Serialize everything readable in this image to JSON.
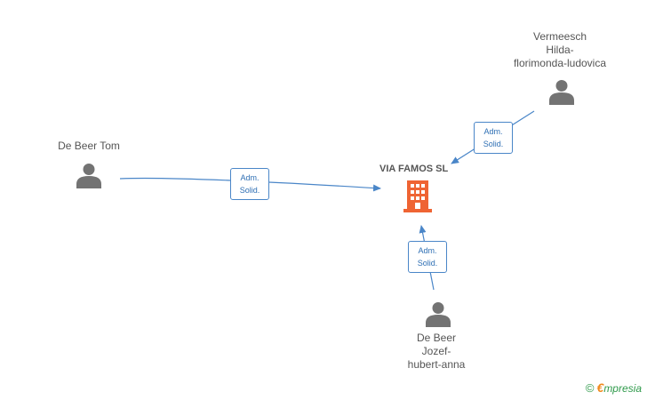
{
  "company": {
    "name": "VIA FAMOS SL",
    "color": "#ef6433"
  },
  "people": [
    {
      "id": "tom",
      "lines": [
        "De Beer Tom"
      ]
    },
    {
      "id": "hilda",
      "lines": [
        "Vermeesch",
        "Hilda-",
        "florimonda-ludovica"
      ]
    },
    {
      "id": "jozef",
      "lines": [
        "De Beer",
        "Jozef-",
        "hubert-anna"
      ]
    }
  ],
  "relations": [
    {
      "from": "tom",
      "label_line1": "Adm.",
      "label_line2": "Solid."
    },
    {
      "from": "hilda",
      "label_line1": "Adm.",
      "label_line2": "Solid."
    },
    {
      "from": "jozef",
      "label_line1": "Adm.",
      "label_line2": "Solid."
    }
  ],
  "colors": {
    "edge": "#4a86c8",
    "person_icon": "#737373",
    "text": "#555555"
  },
  "brand": {
    "copyright": "©",
    "initial": "€",
    "name": "mpresia"
  }
}
